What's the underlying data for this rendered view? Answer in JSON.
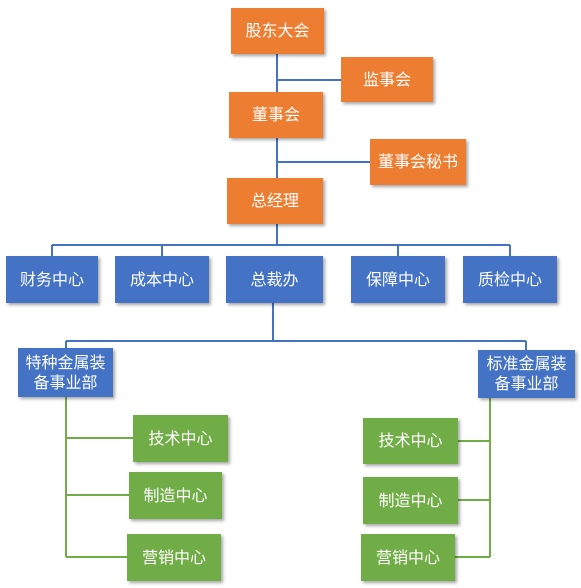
{
  "nodes": {
    "shareholders": "股东大会",
    "supervisors": "监事会",
    "board": "董事会",
    "board_secretary": "董事会秘书",
    "general_manager": "总经理",
    "finance_center": "财务中心",
    "cost_center": "成本中心",
    "president_office": "总裁办",
    "assurance_center": "保障中心",
    "qc_center": "质检中心",
    "special_division": "特种金属装\n备事业部",
    "standard_division": "标准金属装\n备事业部",
    "special_tech": "技术中心",
    "special_mfg": "制造中心",
    "special_sales": "营销中心",
    "standard_tech": "技术中心",
    "standard_mfg": "制造中心",
    "standard_sales": "营销中心"
  },
  "colors": {
    "top_level": "#ED7D31",
    "department": "#4472C4",
    "sub_center": "#70AD47",
    "connector_blue": "#4472C4",
    "connector_green": "#70AD47"
  }
}
